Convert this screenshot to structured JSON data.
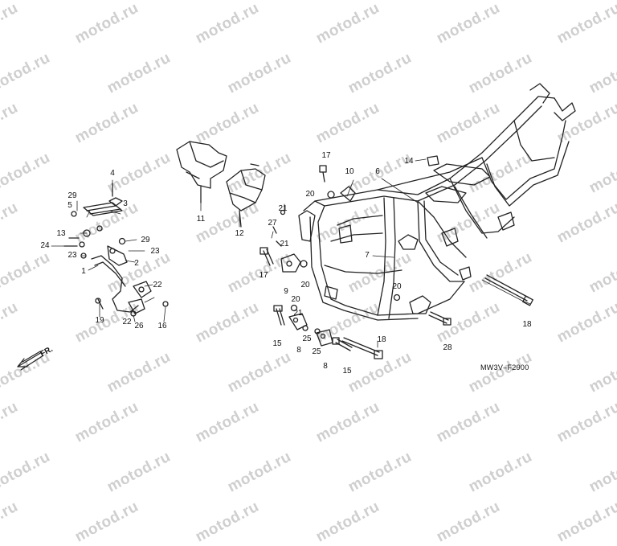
{
  "watermark": "motod.ru",
  "diagram_code": "MW3V–F2900",
  "direction_label": "FR.",
  "callouts": [
    {
      "id": "c4",
      "label": "4"
    },
    {
      "id": "c29a",
      "label": "29"
    },
    {
      "id": "c5",
      "label": "5"
    },
    {
      "id": "c3",
      "label": "3"
    },
    {
      "id": "c13",
      "label": "13"
    },
    {
      "id": "c24",
      "label": "24"
    },
    {
      "id": "c29b",
      "label": "29"
    },
    {
      "id": "c23a",
      "label": "23"
    },
    {
      "id": "c23b",
      "label": "23"
    },
    {
      "id": "c2",
      "label": "2"
    },
    {
      "id": "c1",
      "label": "1"
    },
    {
      "id": "c22a",
      "label": "22"
    },
    {
      "id": "c19",
      "label": "19"
    },
    {
      "id": "c22b",
      "label": "22"
    },
    {
      "id": "c26",
      "label": "26"
    },
    {
      "id": "c16",
      "label": "16"
    },
    {
      "id": "c11",
      "label": "11"
    },
    {
      "id": "c12",
      "label": "12"
    },
    {
      "id": "c17a",
      "label": "17"
    },
    {
      "id": "c10",
      "label": "10"
    },
    {
      "id": "c6",
      "label": "6"
    },
    {
      "id": "c14",
      "label": "14"
    },
    {
      "id": "c20a",
      "label": "20"
    },
    {
      "id": "c21a",
      "label": "21"
    },
    {
      "id": "c27",
      "label": "27"
    },
    {
      "id": "c21b",
      "label": "21"
    },
    {
      "id": "c7",
      "label": "7"
    },
    {
      "id": "c17b",
      "label": "17"
    },
    {
      "id": "c9",
      "label": "9"
    },
    {
      "id": "c20b",
      "label": "20"
    },
    {
      "id": "c20c",
      "label": "20"
    },
    {
      "id": "c20d",
      "label": "20"
    },
    {
      "id": "c21c",
      "label": "21"
    },
    {
      "id": "c15a",
      "label": "15"
    },
    {
      "id": "c25a",
      "label": "25"
    },
    {
      "id": "c8a",
      "label": "8"
    },
    {
      "id": "c25b",
      "label": "25"
    },
    {
      "id": "c8b",
      "label": "8"
    },
    {
      "id": "c15b",
      "label": "15"
    },
    {
      "id": "c18a",
      "label": "18"
    },
    {
      "id": "c28",
      "label": "28"
    },
    {
      "id": "c18b",
      "label": "18"
    }
  ]
}
